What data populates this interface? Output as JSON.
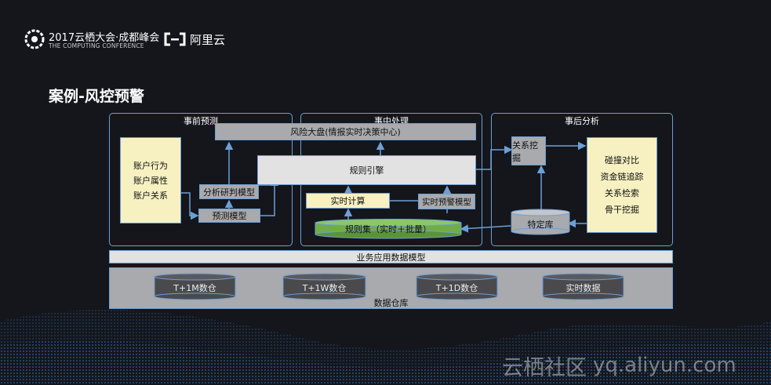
{
  "header": {
    "conference_title": "2017云栖大会·成都峰会",
    "conference_subtitle": "THE COMPUTING CONFERENCE",
    "brand_name": "阿里云"
  },
  "slide_title": "案例-风控预警",
  "panels": {
    "pre": {
      "title": "事前预测"
    },
    "mid": {
      "title": "事中处理"
    },
    "post": {
      "title": "事后分析"
    }
  },
  "nodes": {
    "account_box": [
      "账户行为",
      "账户属性",
      "账户关系"
    ],
    "analysis_model": "分析研判模型",
    "predict_model": "预测模型",
    "risk_board": "风险大盘(情报实时决策中心)",
    "rule_engine": "规则引擎",
    "realtime_calc": "实时计算",
    "realtime_alert_model": "实时预警模型",
    "rule_set": "规则集（实时＋批量）",
    "relation_mining": "关系挖掘",
    "specific_db": "特定库",
    "analysis_box": [
      "碰撞对比",
      "资金链追踪",
      "关系检索",
      "骨干挖掘"
    ],
    "business_model": "业务应用数据模型",
    "warehouse_label": "数据仓库",
    "warehouse_items": [
      "T+1M数仓",
      "T+1W数仓",
      "T+1D数仓",
      "实时数据"
    ]
  },
  "watermark": {
    "cn": "云栖社区",
    "en": "yq.aliyun.com"
  },
  "colors": {
    "border": "#6d9fd6",
    "yellow": "#f7f1c2",
    "gray": "#a8aaad",
    "green": "#70ad47",
    "background": "#14161c"
  }
}
